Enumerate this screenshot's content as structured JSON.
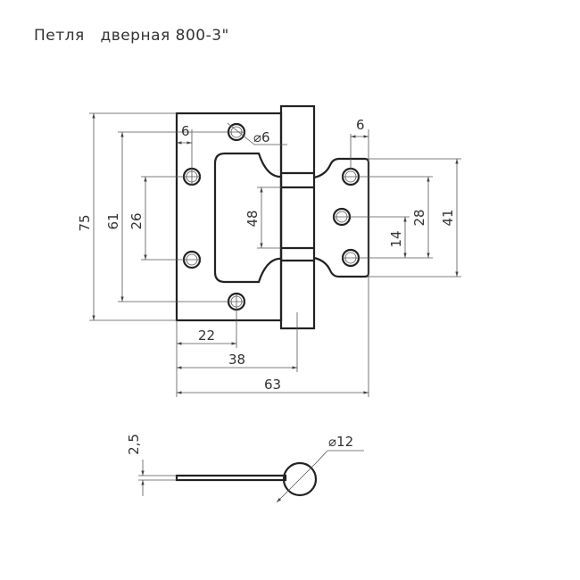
{
  "title": "Петля   дверная 800-3\"",
  "dimensions": {
    "height_total": "75",
    "holes_outer": "61",
    "holes_inner": "26",
    "cutout": "48",
    "left_edge_offset": "6",
    "hole_diameter": "⌀6",
    "right_edge_offset": "6",
    "right_holes_small": "14",
    "right_holes": "28",
    "right_leaf": "41",
    "width_22": "22",
    "width_38": "38",
    "width_63": "63",
    "thickness": "2,5",
    "knuckle_diameter": "⌀12"
  }
}
